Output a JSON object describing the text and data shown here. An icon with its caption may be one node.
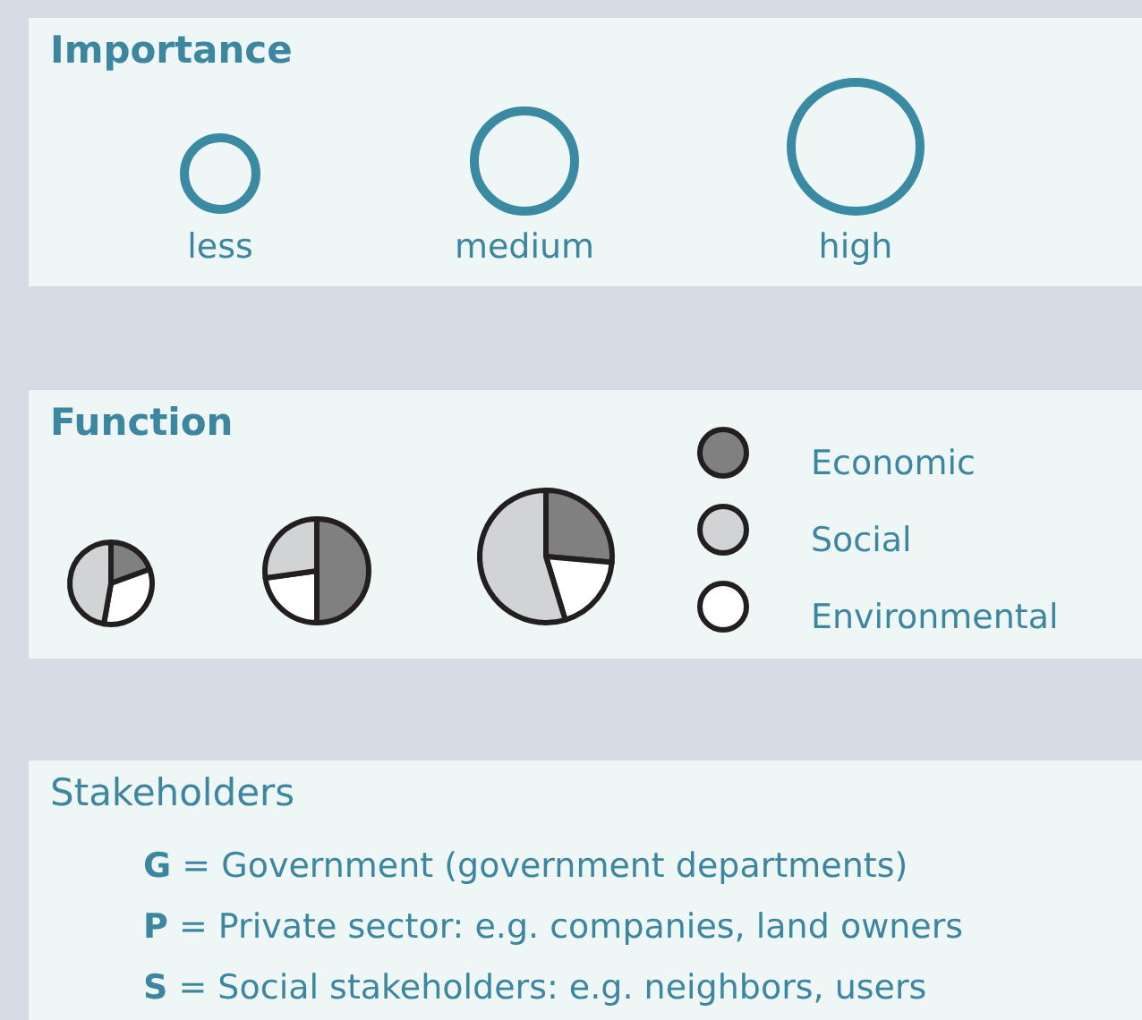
{
  "diagram": {
    "nodes": [
      {
        "text": [
          "Importance"
        ]
      },
      {
        "text": [],
        "shape": "circle",
        "in": 0,
        "beside": [
          "less"
        ]
      },
      {
        "text": [],
        "shape": "circle",
        "in": 0,
        "beside": [
          "medium"
        ]
      },
      {
        "text": [],
        "shape": "circle",
        "in": 0,
        "beside": [
          "high"
        ]
      },
      {
        "text": [
          "Function"
        ]
      },
      {
        "text": [
          "Stakeholders",
          "**G** = Government (government departments)",
          "**P** = Private sector: e.g. companies, land owners",
          "**S** = Social stakeholders: e.g. neighbors, users"
        ]
      }
    ],
    "legend": [
      {
        "text": "Economic",
        "color": "#808080"
      },
      {
        "text": "Social",
        "color": "#d2d3d5"
      },
      {
        "text": "Environmental",
        "color": "#ffffff"
      }
    ]
  }
}
